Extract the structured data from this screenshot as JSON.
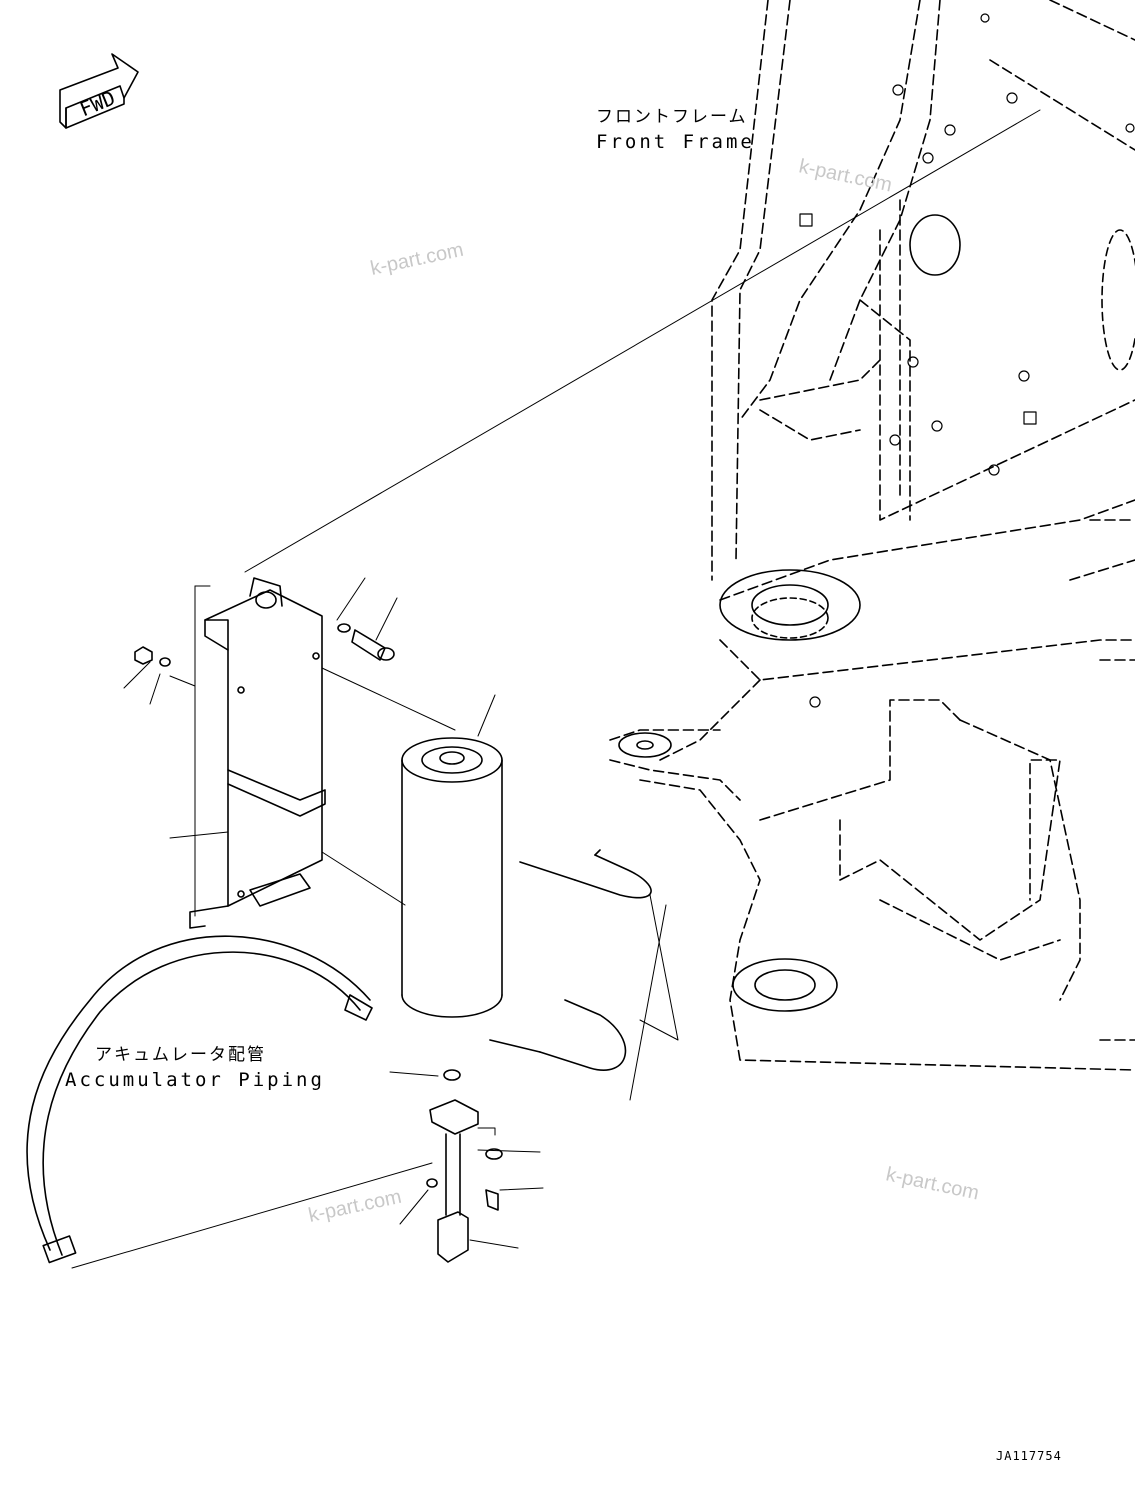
{
  "direction_badge": {
    "text": "FWD"
  },
  "labels": {
    "front_frame_jp": "フロントフレーム",
    "front_frame_en": "Front Frame",
    "accumulator_jp": "アキュムレータ配管",
    "accumulator_en": "Accumulator Piping"
  },
  "watermarks": [
    "k-part.com",
    "k-part.com",
    "k-part.com",
    "k-part.com"
  ],
  "drawing_code": "JA117754",
  "colors": {
    "line": "#000000",
    "watermark": "#c8c8c8",
    "background": "#ffffff"
  }
}
